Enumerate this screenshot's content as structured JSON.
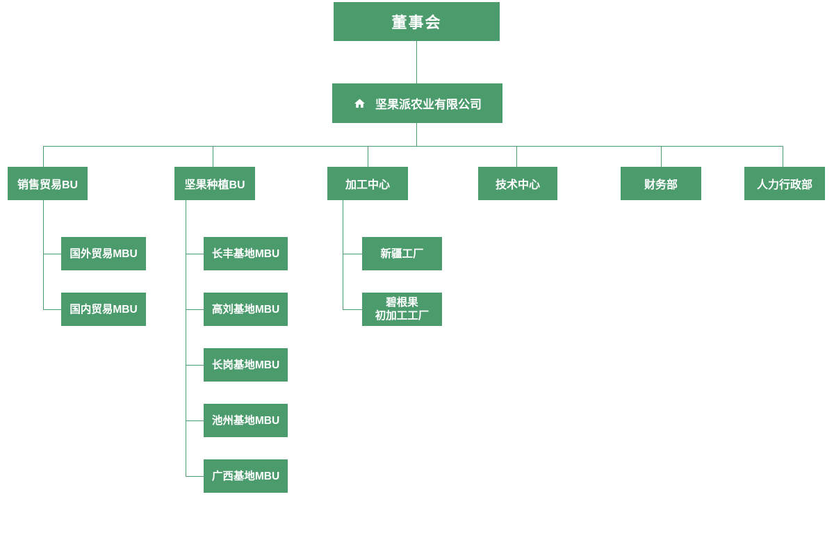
{
  "page": {
    "background": "#ffffff"
  },
  "colors": {
    "node_fill": "#4b9b6d",
    "node_text": "#ffffff",
    "connector": "#4b9b6d"
  },
  "org": {
    "nodes": [
      {
        "id": "board",
        "label": "董事会",
        "parent": null,
        "icon": null
      },
      {
        "id": "company",
        "label": "坚果派农业有限公司",
        "parent": "board",
        "icon": "home-icon"
      },
      {
        "id": "sales",
        "label": "销售贸易BU",
        "parent": "company",
        "icon": null
      },
      {
        "id": "planting",
        "label": "坚果种植BU",
        "parent": "company",
        "icon": null
      },
      {
        "id": "processing",
        "label": "加工中心",
        "parent": "company",
        "icon": null
      },
      {
        "id": "tech",
        "label": "技术中心",
        "parent": "company",
        "icon": null
      },
      {
        "id": "finance",
        "label": "财务部",
        "parent": "company",
        "icon": null
      },
      {
        "id": "hr",
        "label": "人力行政部",
        "parent": "company",
        "icon": null
      },
      {
        "id": "foreign-trade",
        "label": "国外贸易MBU",
        "parent": "sales",
        "icon": null
      },
      {
        "id": "domestic-trade",
        "label": "国内贸易MBU",
        "parent": "sales",
        "icon": null
      },
      {
        "id": "changfeng-base",
        "label": "长丰基地MBU",
        "parent": "planting",
        "icon": null
      },
      {
        "id": "gaoliu-base",
        "label": "高刘基地MBU",
        "parent": "planting",
        "icon": null
      },
      {
        "id": "changgang-base",
        "label": "长岗基地MBU",
        "parent": "planting",
        "icon": null
      },
      {
        "id": "chizhou-base",
        "label": "池州基地MBU",
        "parent": "planting",
        "icon": null
      },
      {
        "id": "guangxi-base",
        "label": "广西基地MBU",
        "parent": "planting",
        "icon": null
      },
      {
        "id": "xinjiang-factory",
        "label": "新疆工厂",
        "parent": "processing",
        "icon": null
      },
      {
        "id": "pecan-factory",
        "label": "碧根果\n初加工工厂",
        "parent": "processing",
        "icon": null
      }
    ]
  }
}
